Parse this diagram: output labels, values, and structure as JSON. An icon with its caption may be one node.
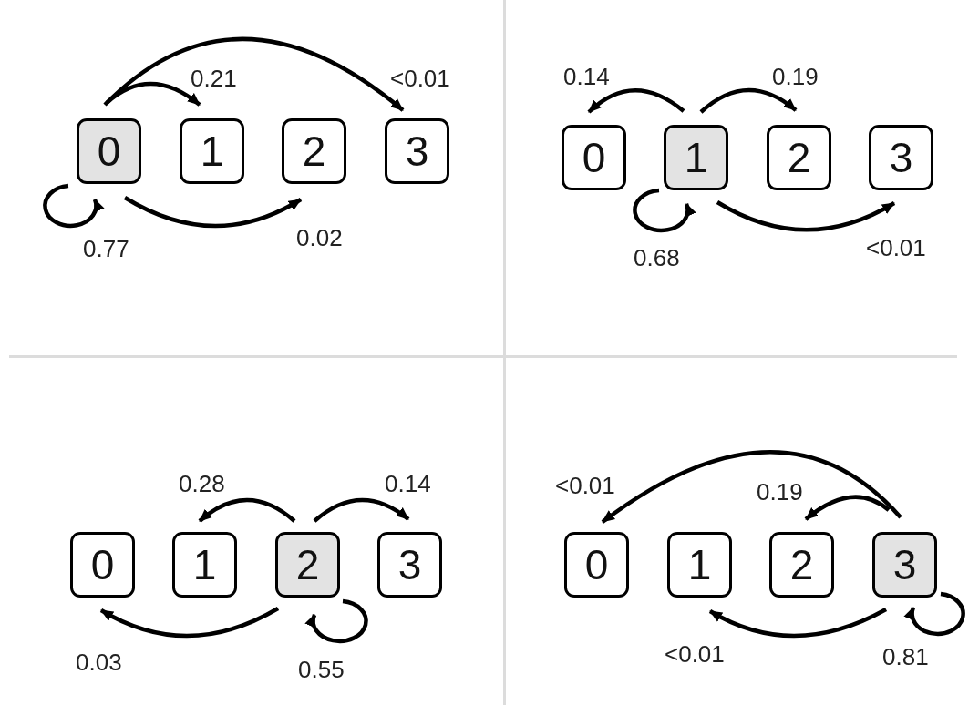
{
  "diagram": {
    "nodes": [
      {
        "text": [
          "0"
        ]
      },
      {
        "text": [
          "1"
        ]
      },
      {
        "text": [
          "2"
        ]
      },
      {
        "text": [
          "3"
        ]
      },
      {
        "text": [
          "0"
        ]
      },
      {
        "text": [
          "1"
        ]
      },
      {
        "text": [
          "2"
        ]
      },
      {
        "text": [
          "3"
        ]
      },
      {
        "text": [
          "0"
        ]
      },
      {
        "text": [
          "1"
        ]
      },
      {
        "text": [
          "2"
        ]
      },
      {
        "text": [
          "3"
        ]
      },
      {
        "text": [
          "0"
        ]
      },
      {
        "text": [
          "1"
        ]
      },
      {
        "text": [
          "2"
        ]
      },
      {
        "text": [
          "3"
        ]
      }
    ],
    "edges": [
      {
        "from": 0,
        "to": 1,
        "arrow": "to",
        "label": "0.21"
      },
      {
        "from": 0,
        "to": 3,
        "arrow": "to",
        "label": "<0.01"
      },
      {
        "from": 0,
        "to": 2,
        "arrow": "to",
        "label": "0.02"
      },
      {
        "from": 0,
        "to": 0,
        "arrow": "to",
        "label": "0.77"
      },
      {
        "from": 5,
        "to": 4,
        "arrow": "to",
        "label": "0.14"
      },
      {
        "from": 5,
        "to": 6,
        "arrow": "to",
        "label": "0.19"
      },
      {
        "from": 5,
        "to": 7,
        "arrow": "to",
        "label": "<0.01"
      },
      {
        "from": 5,
        "to": 5,
        "arrow": "to",
        "label": "0.68"
      },
      {
        "from": 10,
        "to": 9,
        "arrow": "to",
        "label": "0.28"
      },
      {
        "from": 10,
        "to": 11,
        "arrow": "to",
        "label": "0.14"
      },
      {
        "from": 10,
        "to": 8,
        "arrow": "to",
        "label": "0.03"
      },
      {
        "from": 10,
        "to": 10,
        "arrow": "to",
        "label": "0.55"
      },
      {
        "from": 15,
        "to": 12,
        "arrow": "to",
        "label": "<0.01"
      },
      {
        "from": 15,
        "to": 14,
        "arrow": "to",
        "label": "0.19"
      },
      {
        "from": 15,
        "to": 13,
        "arrow": "to",
        "label": "<0.01"
      },
      {
        "from": 15,
        "to": 15,
        "arrow": "to",
        "label": "0.81"
      }
    ]
  }
}
